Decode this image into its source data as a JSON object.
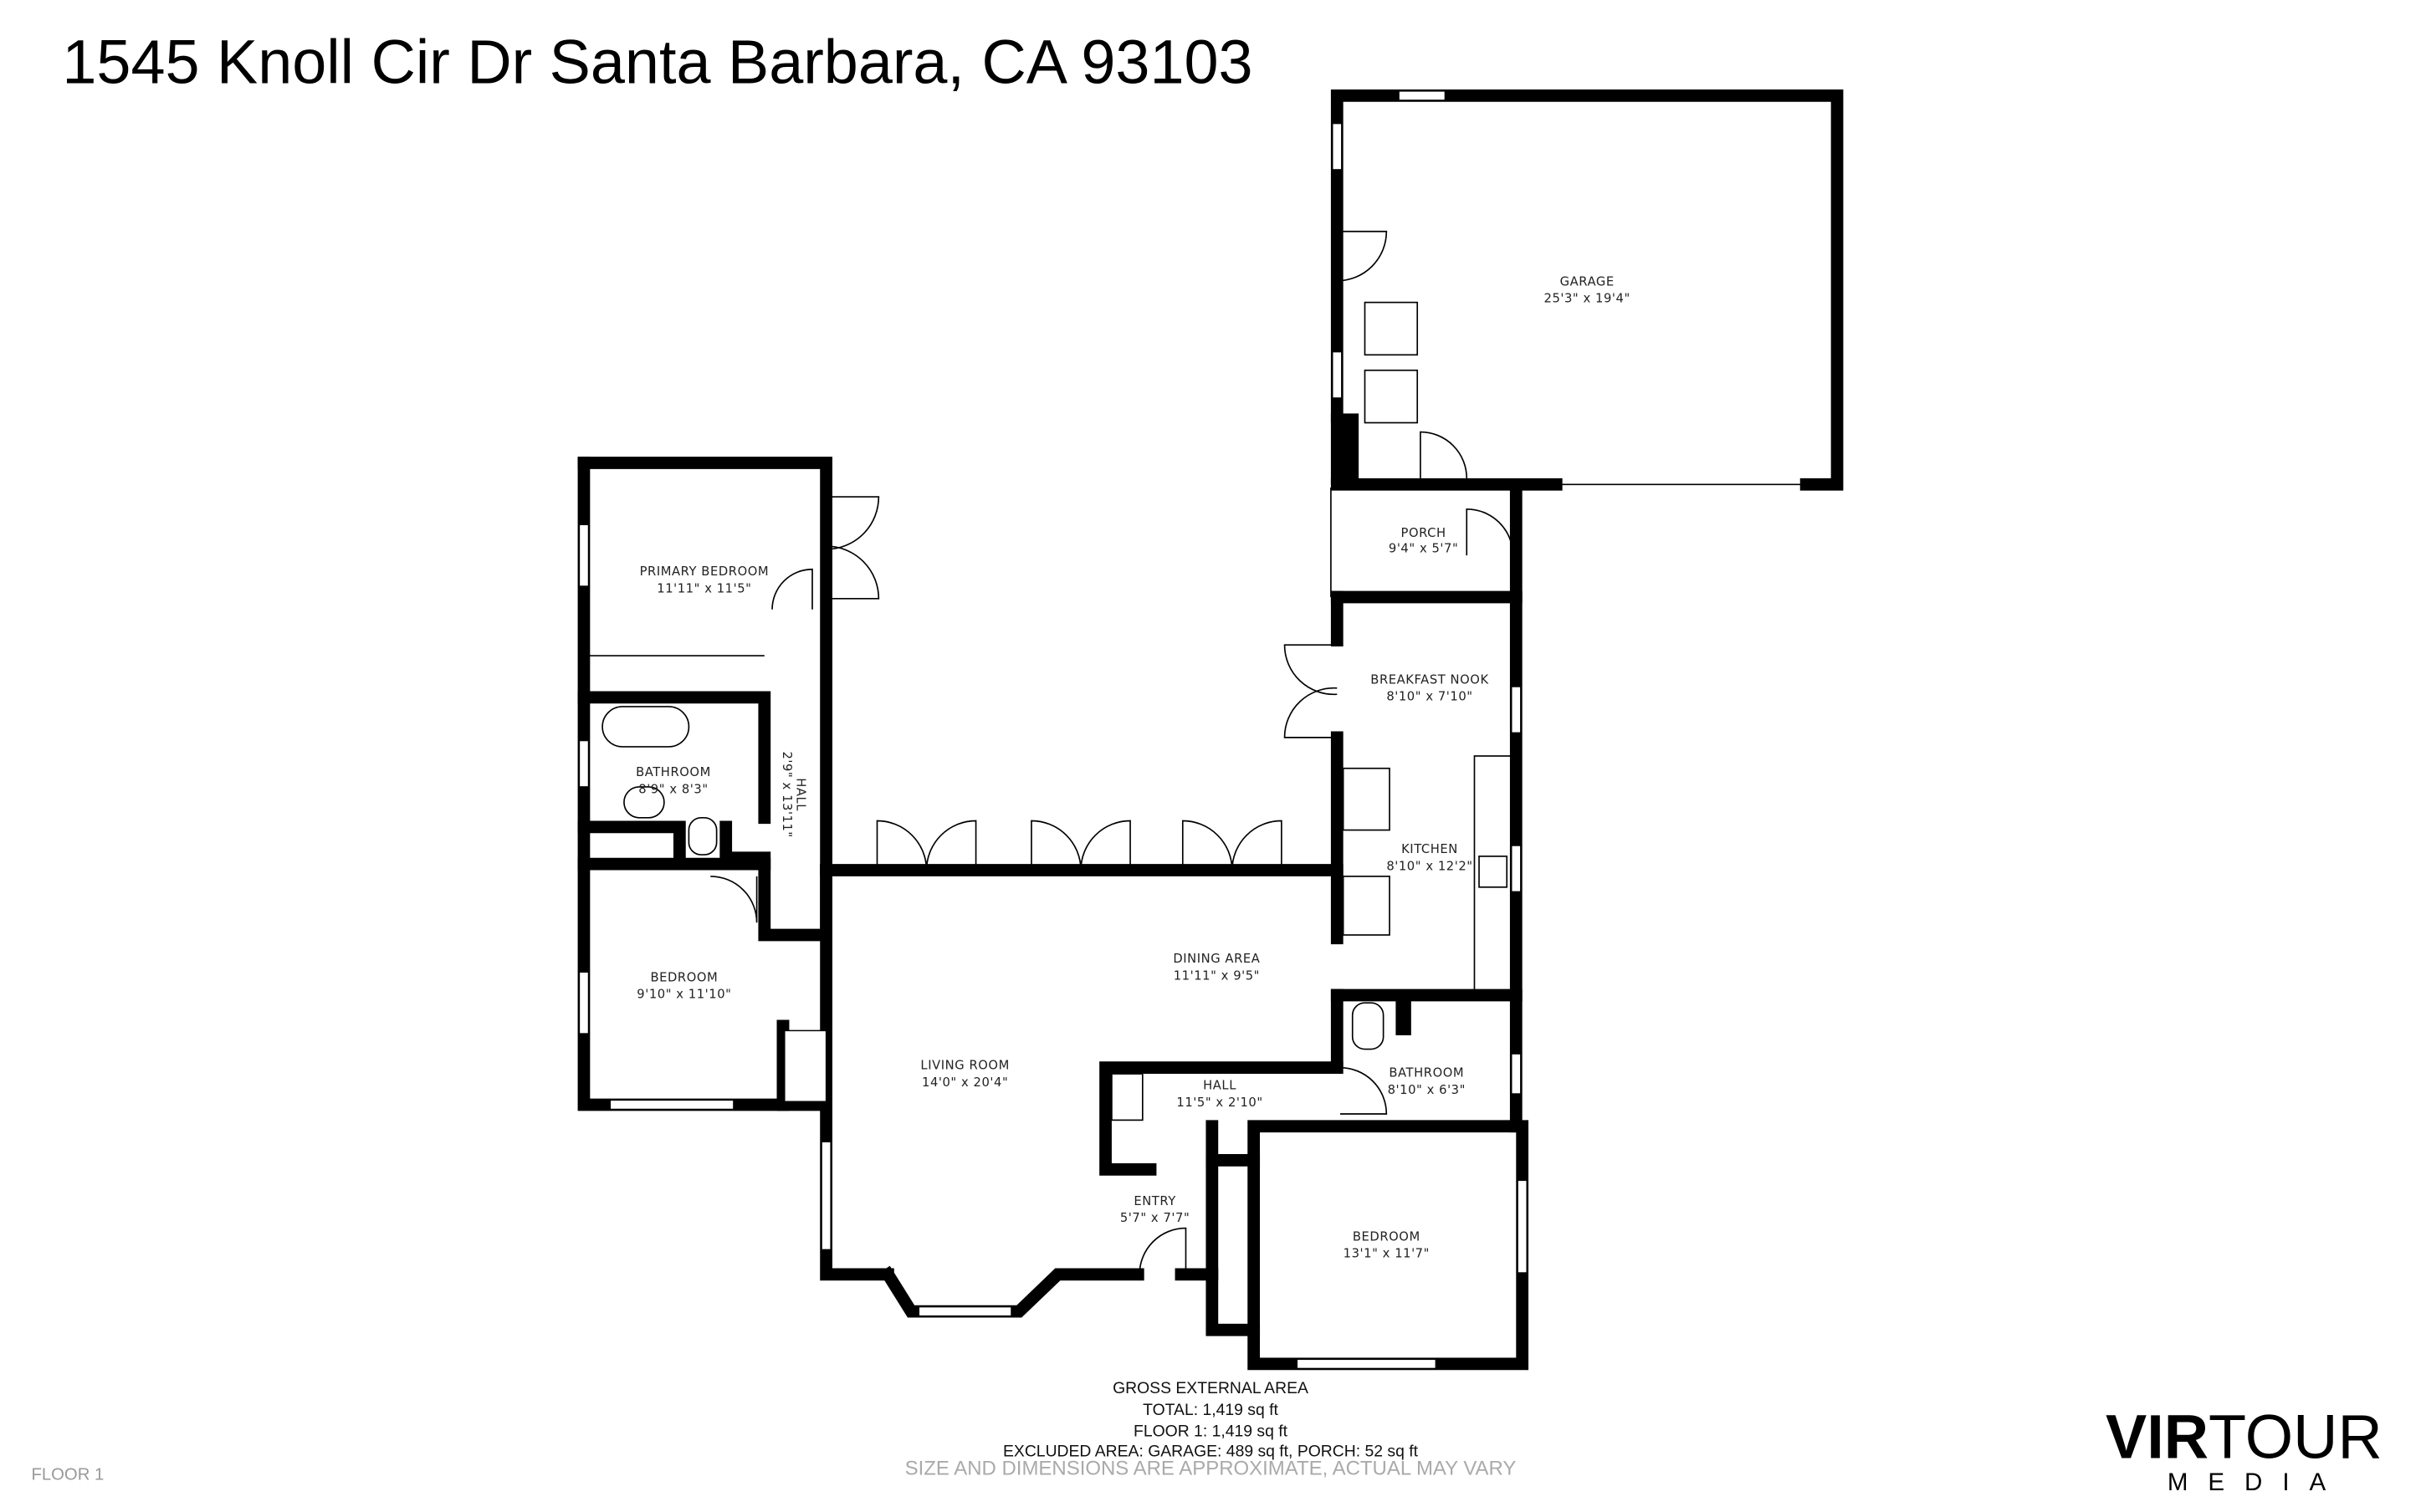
{
  "title": "1545 Knoll Cir Dr Santa Barbara, CA 93103",
  "rooms": {
    "garage": {
      "name": "GARAGE",
      "size": "25'3\" x 19'4\""
    },
    "porch": {
      "name": "PORCH",
      "size": "9'4\" x 5'7\""
    },
    "breakfast_nook": {
      "name": "BREAKFAST NOOK",
      "size": "8'10\" x 7'10\""
    },
    "kitchen": {
      "name": "KITCHEN",
      "size": "8'10\" x 12'2\""
    },
    "primary_bedroom": {
      "name": "PRIMARY BEDROOM",
      "size": "11'11\" x 11'5\""
    },
    "bathroom_1": {
      "name": "BATHROOM",
      "size": "8'9\" x 8'3\""
    },
    "hall_1": {
      "name": "HALL",
      "size": "2'9\" x 13'11\""
    },
    "bedroom_1": {
      "name": "BEDROOM",
      "size": "9'10\" x 11'10\""
    },
    "dining_area": {
      "name": "DINING AREA",
      "size": "11'11\" x 9'5\""
    },
    "living_room": {
      "name": "LIVING ROOM",
      "size": "14'0\" x 20'4\""
    },
    "hall_2": {
      "name": "HALL",
      "size": "11'5\" x 2'10\""
    },
    "bathroom_2": {
      "name": "BATHROOM",
      "size": "8'10\" x 6'3\""
    },
    "entry": {
      "name": "ENTRY",
      "size": "5'7\" x 7'7\""
    },
    "bedroom_2": {
      "name": "BEDROOM",
      "size": "13'1\" x 11'7\""
    }
  },
  "area_summary": {
    "heading": "GROSS EXTERNAL AREA",
    "total": "TOTAL: 1,419 sq ft",
    "floor1": "FLOOR 1: 1,419 sq ft",
    "excluded": "EXCLUDED AREA: GARAGE: 489 sq ft, PORCH: 52 sq ft"
  },
  "disclaimer": "SIZE AND DIMENSIONS ARE APPROXIMATE, ACTUAL MAY VARY",
  "floor_label": "FLOOR 1",
  "logo": {
    "bold": "VIR",
    "light": "TOUR",
    "sub": "MEDIA"
  }
}
